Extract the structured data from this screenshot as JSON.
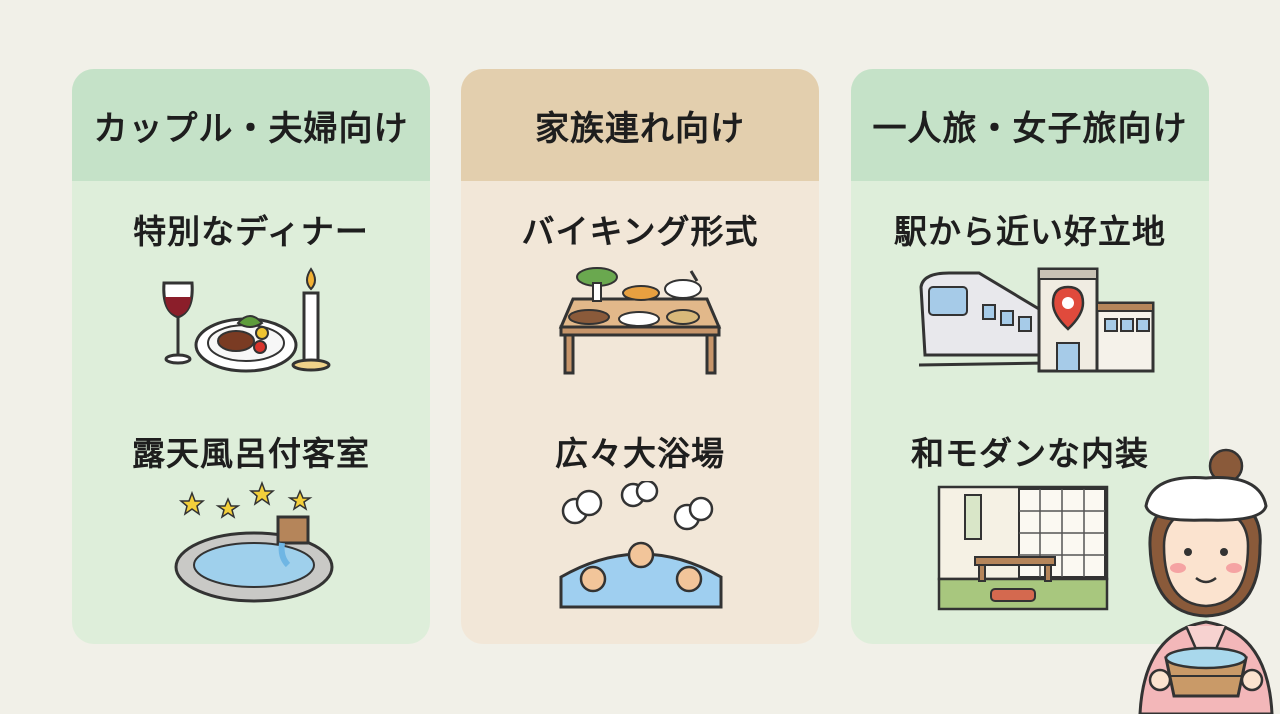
{
  "cards": [
    {
      "title": "カップル・夫婦向け",
      "items": [
        {
          "label": "特別なディナー",
          "icon": "dinner-candle-icon"
        },
        {
          "label": "露天風呂付客室",
          "icon": "outdoor-bath-icon"
        }
      ]
    },
    {
      "title": "家族連れ向け",
      "items": [
        {
          "label": "バイキング形式",
          "icon": "buffet-table-icon"
        },
        {
          "label": "広々大浴場",
          "icon": "large-bath-icon"
        }
      ]
    },
    {
      "title": "一人旅・女子旅向け",
      "items": [
        {
          "label": "駅から近い好立地",
          "icon": "train-station-icon"
        },
        {
          "label": "和モダンな内装",
          "icon": "japanese-room-icon"
        }
      ]
    }
  ],
  "colors": {
    "background": "#f1f0e8",
    "green_card": "#deeeda",
    "green_header": "#c5e2c8",
    "beige_card": "#f2e7d8",
    "beige_header": "#e3cfae"
  },
  "mascot_icon": "onsen-girl-icon"
}
